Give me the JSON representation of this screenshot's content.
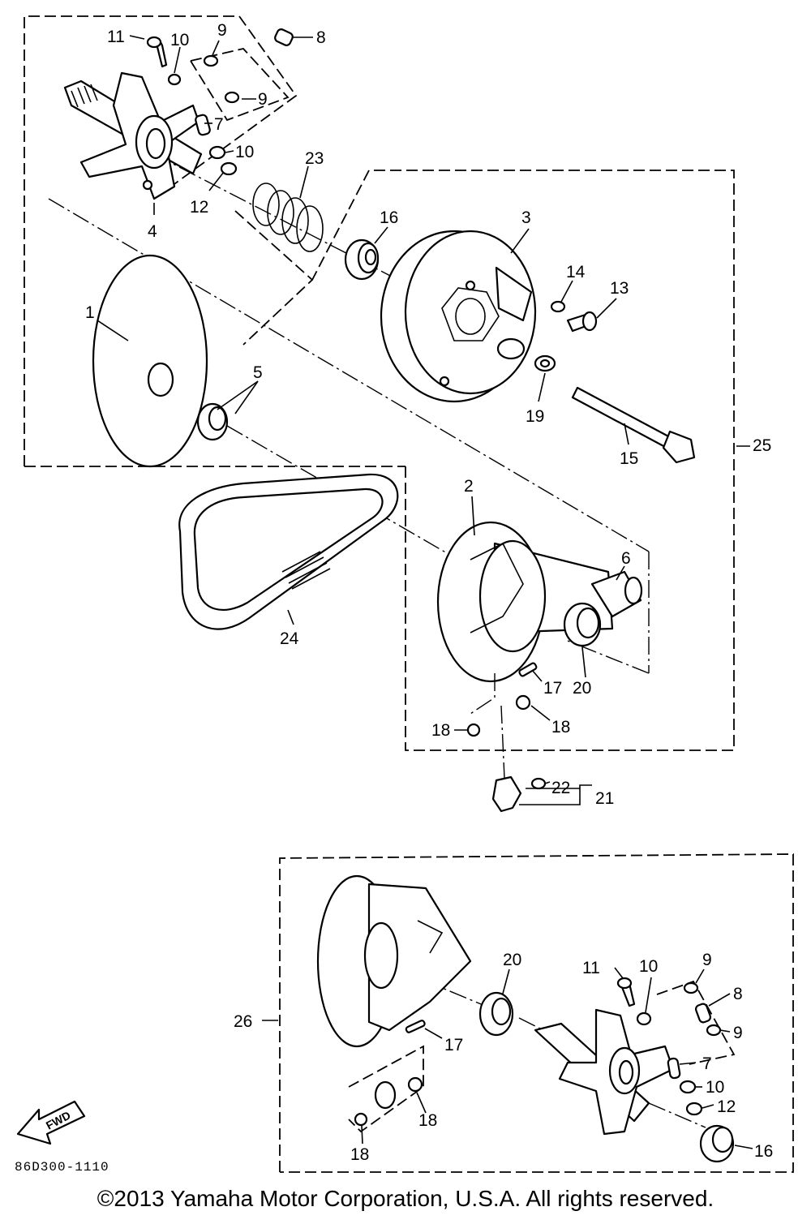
{
  "callouts": {
    "c1": "1",
    "c2": "2",
    "c3": "3",
    "c4": "4",
    "c5": "5",
    "c6": "6",
    "c7a": "7",
    "c8a": "8",
    "c9a": "9",
    "c9b": "9",
    "c10a": "10",
    "c10b": "10",
    "c11a": "11",
    "c12a": "12",
    "c13": "13",
    "c14": "14",
    "c15": "15",
    "c16a": "16",
    "c17a": "17",
    "c18a": "18",
    "c18b": "18",
    "c19": "19",
    "c20a": "20",
    "c21": "21",
    "c22": "22",
    "c23": "23",
    "c24": "24",
    "c25": "25",
    "c26": "26",
    "c20b": "20",
    "c11b": "11",
    "c10c": "10",
    "c9c": "9",
    "c8b": "8",
    "c9d": "9",
    "c17b": "17",
    "c7b": "7",
    "c10d": "10",
    "c12b": "12",
    "c18c": "18",
    "c18d": "18",
    "c16b": "16"
  },
  "fwd_label": "FWD",
  "drawing_code": "86D300-1110",
  "copyright": "©2013 Yamaha Motor Corporation, U.S.A. All rights reserved."
}
